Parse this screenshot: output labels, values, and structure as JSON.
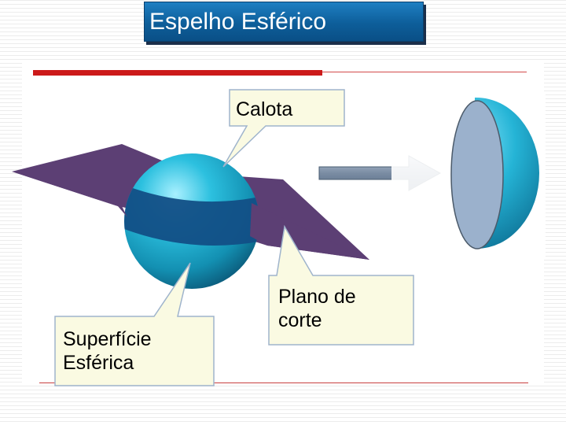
{
  "slide": {
    "title": "Espelho Esférico"
  },
  "callouts": {
    "calota": "Calota",
    "plano_de_corte": "Plano de\ncorte",
    "superficie_esferica": "Superfície\nEsférica"
  },
  "colors": {
    "title_background": "#0d5e9a",
    "plane": "#5c3f74",
    "sphere": "#17a6c6",
    "callout_fill": "#fafae2",
    "accent_red": "#cc1a1a",
    "arrow": "#6d7f95",
    "cut_disc": "#9bb1cc"
  }
}
